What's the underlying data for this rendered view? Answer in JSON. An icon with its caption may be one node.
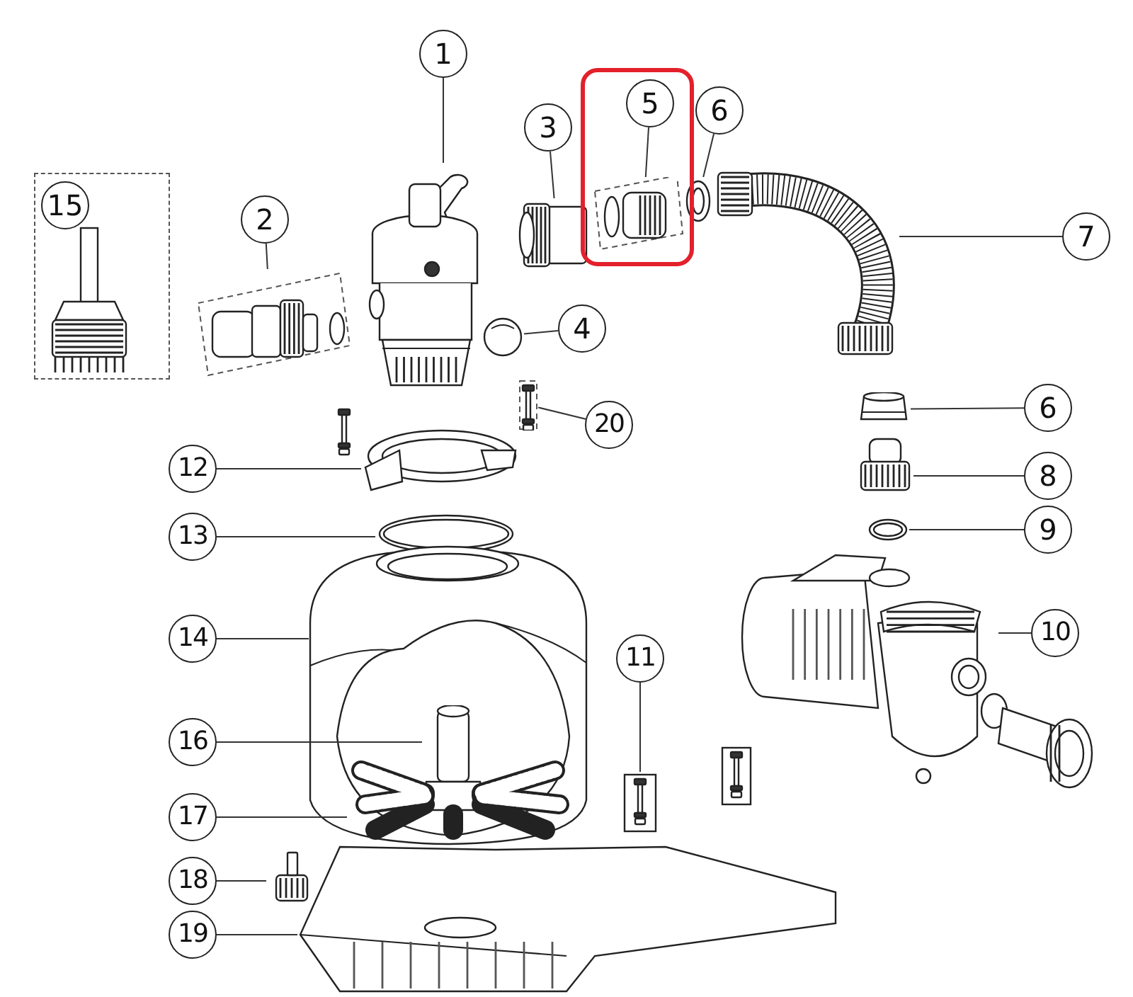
{
  "diagram": {
    "nodes": [
      {
        "text": [
          "1"
        ]
      },
      {
        "text": [],
        "shape": "box"
      },
      {
        "text": [
          "5"
        ],
        "in": 1
      },
      {
        "text": [
          "6"
        ]
      },
      {
        "text": [
          "3"
        ]
      },
      {
        "text": [
          "15"
        ]
      },
      {
        "text": [
          "2"
        ]
      },
      {
        "text": [
          "7"
        ]
      },
      {
        "text": [
          "4"
        ]
      },
      {
        "text": [
          "6"
        ]
      },
      {
        "text": [
          "20"
        ]
      },
      {
        "text": [
          "12"
        ]
      },
      {
        "text": [
          "8"
        ]
      },
      {
        "text": [
          "9"
        ]
      },
      {
        "text": [
          "13"
        ]
      },
      {
        "text": [
          "14"
        ]
      },
      {
        "text": [
          "10"
        ]
      },
      {
        "text": [
          "11"
        ]
      },
      {
        "text": [
          "16"
        ]
      },
      {
        "text": [
          "17"
        ]
      },
      {
        "text": [
          "18"
        ]
      },
      {
        "text": [
          "19"
        ]
      },
      {
        "text": [],
        "shape": "picture"
      },
      {
        "text": [],
        "shape": "picture",
        "in": 1
      },
      {
        "text": [],
        "shape": "picture"
      },
      {
        "text": [],
        "shape": "picture"
      },
      {
        "text": [],
        "shape": "picture"
      },
      {
        "text": [],
        "shape": "picture"
      },
      {
        "text": [],
        "shape": "picture"
      },
      {
        "text": [],
        "shape": "picture"
      },
      {
        "text": [],
        "shape": "picture"
      },
      {
        "text": [],
        "shape": "picture"
      },
      {
        "text": [],
        "shape": "picture"
      },
      {
        "text": [],
        "shape": "picture"
      },
      {
        "text": [],
        "shape": "picture"
      },
      {
        "text": [],
        "shape": "picture"
      },
      {
        "text": [],
        "shape": "picture"
      },
      {
        "text": [],
        "shape": "picture"
      },
      {
        "text": [],
        "shape": "picture",
        "in": 35
      },
      {
        "text": [],
        "shape": "picture",
        "in": 35
      },
      {
        "text": [],
        "shape": "picture"
      },
      {
        "text": [],
        "shape": "picture"
      }
    ],
    "edges": [
      {
        "from": 0,
        "to": 22,
        "arrow": "none"
      },
      {
        "from": 2,
        "to": 23,
        "arrow": "none"
      },
      {
        "from": 3,
        "to": 24,
        "arrow": "none"
      },
      {
        "from": 4,
        "to": 25,
        "arrow": "none"
      },
      {
        "from": 6,
        "to": 26,
        "arrow": "none"
      },
      {
        "from": 7,
        "to": 27,
        "arrow": "none"
      },
      {
        "from": 8,
        "to": 28,
        "arrow": "none"
      },
      {
        "from": 9,
        "to": 29,
        "arrow": "none"
      },
      {
        "from": 10,
        "to": 30,
        "arrow": "none"
      },
      {
        "from": 11,
        "to": 31,
        "arrow": "none"
      },
      {
        "from": 12,
        "to": 32,
        "arrow": "none"
      },
      {
        "from": 13,
        "to": 33,
        "arrow": "none"
      },
      {
        "from": 14,
        "to": 34,
        "arrow": "none"
      },
      {
        "from": 15,
        "to": 35,
        "arrow": "none"
      },
      {
        "from": 16,
        "to": 36,
        "arrow": "none"
      },
      {
        "from": 17,
        "to": 37,
        "arrow": "none"
      },
      {
        "from": 18,
        "to": 38,
        "arrow": "none"
      },
      {
        "from": 19,
        "to": 39,
        "arrow": "none"
      },
      {
        "from": 20,
        "to": 40,
        "arrow": "none"
      },
      {
        "from": 21,
        "to": 41,
        "arrow": "none"
      }
    ]
  }
}
